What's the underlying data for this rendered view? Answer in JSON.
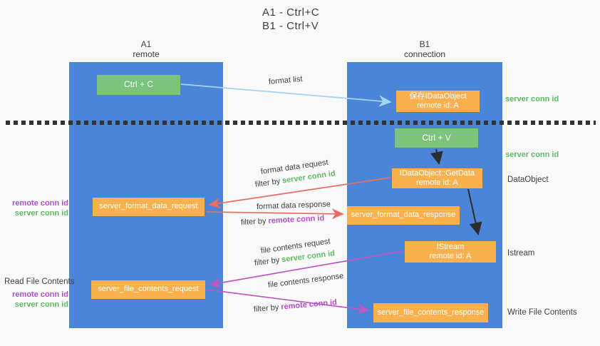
{
  "title": {
    "line1": "A1 - Ctrl+C",
    "line2": "B1 - Ctrl+V"
  },
  "lanes": {
    "left": {
      "name": "A1",
      "subtitle": "remote"
    },
    "right": {
      "name": "B1",
      "subtitle": "connection"
    }
  },
  "nodes": {
    "ctrl_c": {
      "label": "Ctrl + C"
    },
    "save_dataobject": {
      "line1": "保存IDataObject",
      "line2": "remote id: A"
    },
    "ctrl_v": {
      "label": "Ctrl + V"
    },
    "getdata": {
      "line1": "IDataObject::GetData",
      "line2": "remote id: A"
    },
    "istream": {
      "line1": "IStream",
      "line2": "remote id: A"
    },
    "server_format_data_request": {
      "label": "server_format_data_request"
    },
    "server_format_data_response": {
      "label": "server_format_data_response"
    },
    "server_file_contents_request": {
      "label": "server_file_contents_request"
    },
    "server_file_contents_response": {
      "label": "server_file_contents_response"
    }
  },
  "edge_labels": {
    "format_list": "format list",
    "format_data_request": "format data request",
    "format_data_response": "format data response",
    "file_contents_request": "file contents request",
    "file_contents_response": "file contents response",
    "filter_by": "filter by",
    "server_conn_id": "server conn id",
    "remote_conn_id": "remote conn id"
  },
  "side_labels": {
    "right_server_conn_id_top": "server conn id",
    "right_server_conn_id_mid": "server conn id",
    "right_dataobject": "DataObject",
    "right_istream": "Istream",
    "right_write_file_contents": "Write File Contents",
    "left_remote_conn_id_top": "remote conn id",
    "left_server_conn_id_top": "server conn id",
    "left_read_file_contents": "Read File Contents",
    "left_remote_conn_id_bottom": "remote conn id",
    "left_server_conn_id_bottom": "server conn id"
  },
  "colors": {
    "lane_blue": "#4a85d8",
    "node_green": "#7cc47e",
    "node_orange": "#f9b04e",
    "text_green": "#5fba63",
    "text_purple": "#b44ecb",
    "arrow_red": "#e96c5f",
    "arrow_magenta": "#bf58c3",
    "arrow_lightblue": "#a6d3f0",
    "arrow_black": "#2d2d2d",
    "text_dark": "#3f3f3f"
  }
}
